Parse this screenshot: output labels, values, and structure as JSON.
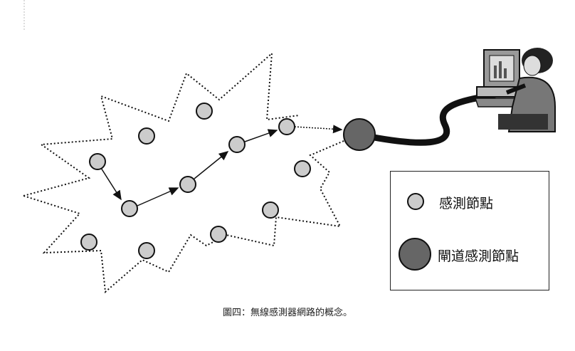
{
  "legend": {
    "sensor_node_label": "感測節點",
    "gateway_node_label": "閘道感測節點"
  },
  "caption": "圖四：無線感測器網路的概念。",
  "colors": {
    "sensor_fill": "#cccccc",
    "gateway_fill": "#666666",
    "stroke": "#111111"
  },
  "sensor_nodes_count": 12,
  "gateway_nodes_count": 1
}
